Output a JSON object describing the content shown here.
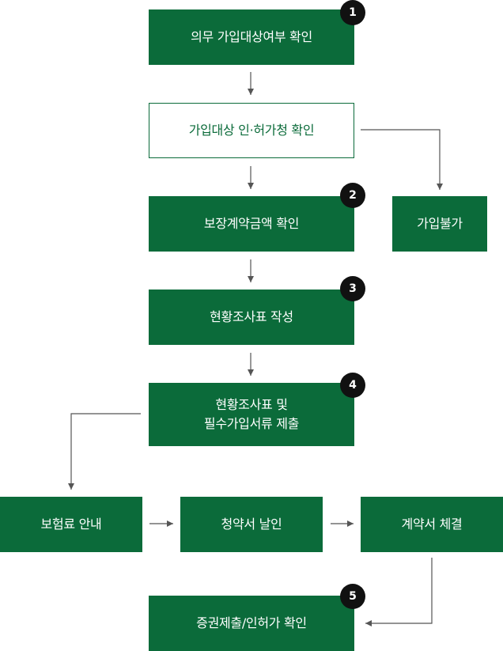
{
  "colors": {
    "box_fill": "#0b6b3a",
    "box_text": "#ffffff",
    "outline": "#0b6b3a",
    "badge_fill": "#111111",
    "connector": "#555555"
  },
  "steps": {
    "step1": {
      "badge": "1",
      "label": "의무 가입대상여부 확인"
    },
    "check_permit": {
      "label": "가입대상 인·허가청 확인"
    },
    "step2": {
      "badge": "2",
      "label": "보장계약금액 확인"
    },
    "not_eligible": {
      "label": "가입불가"
    },
    "step3": {
      "badge": "3",
      "label": "현황조사표 작성"
    },
    "step4": {
      "badge": "4",
      "label": "현황조사표 및\n필수가입서류 제출"
    },
    "premium_notice": {
      "label": "보험료 안내"
    },
    "subscription_seal": {
      "label": "청약서 날인"
    },
    "contract_signing": {
      "label": "계약서 체결"
    },
    "step5": {
      "badge": "5",
      "label": "증권제출/인허가 확인"
    }
  }
}
